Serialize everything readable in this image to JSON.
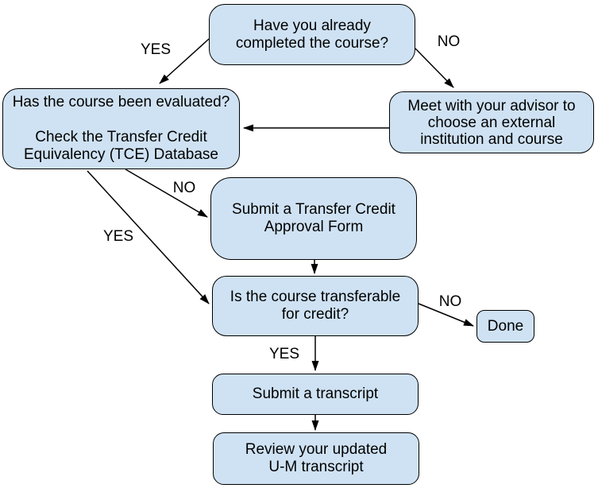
{
  "diagram": {
    "nodes": {
      "start": {
        "label": "Have you already\ncompleted the course?"
      },
      "evaluated": {
        "label": "Has the course been evaluated?\n\nCheck the Transfer Credit\nEquivalency (TCE) Database"
      },
      "advisor": {
        "label": "Meet with your advisor to\nchoose an external\ninstitution and course"
      },
      "approval": {
        "label": "Submit a Transfer Credit\nApproval Form"
      },
      "transferable": {
        "label": "Is the course transferable\nfor credit?"
      },
      "done": {
        "label": "Done"
      },
      "transcript": {
        "label": "Submit a transcript"
      },
      "review": {
        "label": "Review your updated\nU-M transcript"
      }
    },
    "edge_labels": {
      "start_yes": "YES",
      "start_no": "NO",
      "evaluated_no": "NO",
      "evaluated_yes": "YES",
      "transferable_yes": "YES",
      "transferable_no": "NO"
    },
    "colors": {
      "node_fill": "#cfe2f3",
      "node_border": "#000000",
      "arrow": "#000000",
      "text": "#000000",
      "background": "#ffffff"
    }
  }
}
